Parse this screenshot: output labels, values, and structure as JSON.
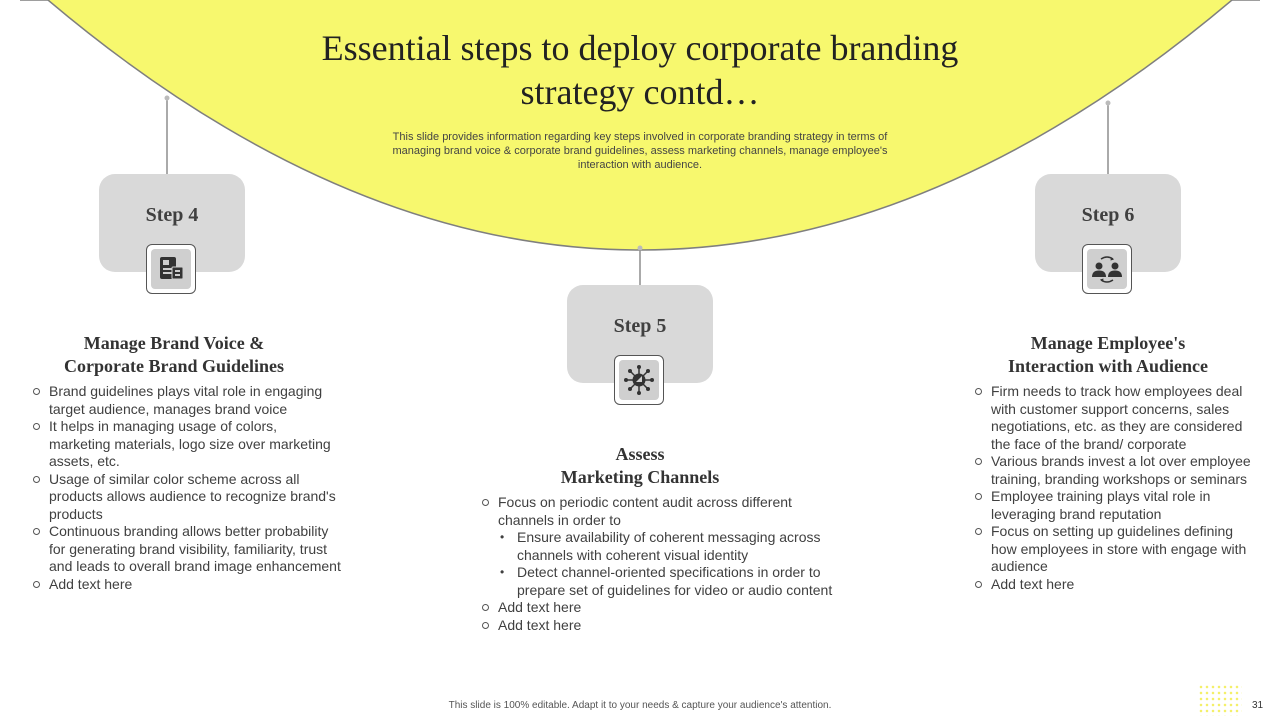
{
  "slide": {
    "title": "Essential steps to deploy corporate branding strategy contd…",
    "subtitle": "This slide provides information regarding key steps involved in corporate branding strategy in terms of managing brand voice & corporate brand guidelines, assess marketing channels, manage employee's interaction with audience.",
    "footer": "This slide is 100% editable. Adapt it to your needs & capture your audience's attention.",
    "page_number": "31"
  },
  "colors": {
    "accent_yellow": "#f7f86e",
    "step_box_gray": "#d9d9d9",
    "arc_line": "#7f7f7f"
  },
  "steps": [
    {
      "label": "Step 4",
      "icon": "brand-guidelines-icon",
      "heading_line1": "Manage Brand Voice &",
      "heading_line2": "Corporate Brand Guidelines",
      "points": [
        "Brand guidelines plays vital role in engaging target audience, manages brand voice",
        "It helps in managing usage of colors, marketing materials, logo size over marketing assets, etc.",
        "Usage of similar color scheme across all products allows audience to recognize brand's products",
        "Continuous branding allows better probability for generating brand visibility, familiarity, trust and leads to overall brand image enhancement",
        "Add text here"
      ]
    },
    {
      "label": "Step 5",
      "icon": "marketing-network-icon",
      "heading_line1": "Assess",
      "heading_line2": "Marketing Channels",
      "points": [
        {
          "text": "Focus on periodic content audit across different channels in order to",
          "subpoints": [
            "Ensure availability of coherent messaging across channels with coherent visual identity",
            "Detect channel-oriented specifications in order to prepare set of guidelines for video or audio content"
          ]
        },
        "Add text here",
        "Add text here"
      ]
    },
    {
      "label": "Step 6",
      "icon": "employee-interaction-icon",
      "heading_line1": "Manage Employee's",
      "heading_line2": "Interaction with Audience",
      "points": [
        "Firm needs to track how employees deal with customer support concerns, sales negotiations, etc. as they are considered the face of the brand/ corporate",
        "Various brands invest a lot over employee training, branding workshops or seminars",
        "Employee training plays vital role in leveraging brand reputation",
        "Focus on setting up guidelines defining how employees in store with engage with audience",
        "Add text here"
      ]
    }
  ]
}
